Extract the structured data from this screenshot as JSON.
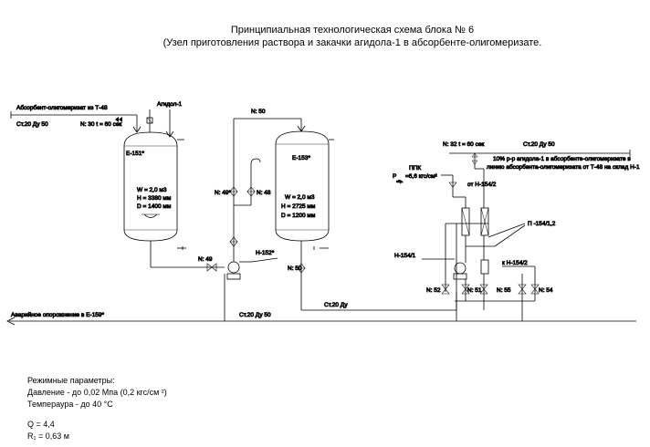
{
  "title": {
    "line1": "Принципиальная технологическая схема блока № 6",
    "line2": "(Узел приготовления раствора и закачки агидола-1 в абсорбенте-олигомеризате."
  },
  "labels": {
    "absorbent_from_t48": "Абсорбент-олигомеризат из Т-48",
    "agidol": "Агидол-1",
    "st20_du50_left": "Ст.20 Ду 50",
    "n30": "N: 30 t = 60 сек",
    "e151": "Е-151*",
    "e151_v": "W = 2,0 м3",
    "e151_h": "Н = 3380 мм",
    "e151_d": "D = 1400 мм",
    "n50_top": "N: 50",
    "e153": "Е-153*",
    "e153_v": "W = 2,0 м3",
    "e153_h": "Н = 2725 мм",
    "e153_d": "D = 1200 мм",
    "n49a": "N: 49*",
    "n48": "N: 48",
    "n49": "N: 49",
    "n152": "Н-152*",
    "n50_mid": "N: 50",
    "n32": "N: 32 t = 60 сек",
    "st20_du50_right": "Ст.20 Ду 50",
    "ppk": "ППК",
    "pset": "Р",
    "pset_sub": "сбр.",
    "pset_val": "=6,6 кгс/см²",
    "from_h1542": "от Н-154/2",
    "solution_note1": "10% р-р агидола-1 в абсорбенте-олигомеризате в",
    "solution_note2": "линию абсорбента-олигомеризата от Т-48 на склад Н-1",
    "pump_1541": "Н-154/1",
    "p154_12": "П   -154/1,2",
    "to_h1542": "к Н-154/2",
    "n52": "N: 52",
    "n51": "N: 51",
    "n55": "N: 55",
    "n54": "N: 54",
    "emergency": "Аварийное опорожнение в Е-159*",
    "st20_du50_bottom": "Ст.20 Ду 50",
    "st20_du": "Ст.20 Ду"
  },
  "params": {
    "heading": "Режимные параметры:",
    "pressure": "Давление - до 0,02 Мпа (0,2 кгс/см  ²)",
    "temperature": "Темпераура - до 40    °С",
    "q": "Q = 4,4",
    "r1": "R₁ = 0,63 м"
  }
}
